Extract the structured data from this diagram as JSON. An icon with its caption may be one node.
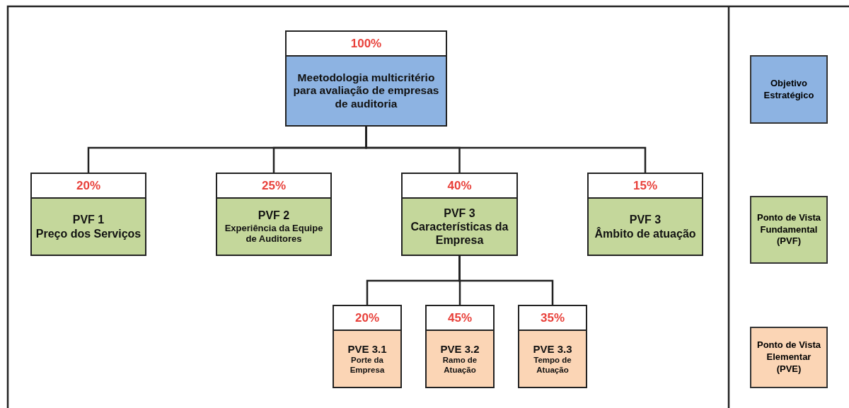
{
  "diagram": {
    "nodes": [
      {
        "text": [
          "100%",
          "Meetodologia multicritério para avaliação de empresas de auditoria"
        ]
      },
      {
        "text": [
          "20%",
          "PVF 1",
          "Preço dos Serviços"
        ]
      },
      {
        "text": [
          "25%",
          "PVF 2",
          "Experiência da Equipe de Auditores"
        ]
      },
      {
        "text": [
          "40%",
          "PVF 3",
          "Características da Empresa"
        ]
      },
      {
        "text": [
          "15%",
          "PVF 3",
          "Âmbito de atuação"
        ]
      },
      {
        "text": [
          "20%",
          "PVE 3.1",
          "Porte da Empresa"
        ]
      },
      {
        "text": [
          "45%",
          "PVE 3.2",
          "Ramo de Atuação"
        ]
      },
      {
        "text": [
          "35%",
          "PVE 3.3",
          "Tempo de Atuação"
        ]
      }
    ],
    "edges": [
      {
        "from": 0,
        "to": 1,
        "arrow": "none"
      },
      {
        "from": 0,
        "to": 2,
        "arrow": "none"
      },
      {
        "from": 0,
        "to": 3,
        "arrow": "none"
      },
      {
        "from": 0,
        "to": 4,
        "arrow": "none"
      },
      {
        "from": 3,
        "to": 5,
        "arrow": "none"
      },
      {
        "from": 3,
        "to": 6,
        "arrow": "none"
      },
      {
        "from": 3,
        "to": 7,
        "arrow": "none"
      }
    ],
    "legend": [
      {
        "text": "Objetivo Estratégico",
        "color": "#8db3e2"
      },
      {
        "text": "Ponto de Vista Fundamental (PVF)",
        "color": "#c4d79b"
      },
      {
        "text": "Ponto de Vista Elementar (PVE)",
        "color": "#fbd5b5"
      }
    ]
  }
}
